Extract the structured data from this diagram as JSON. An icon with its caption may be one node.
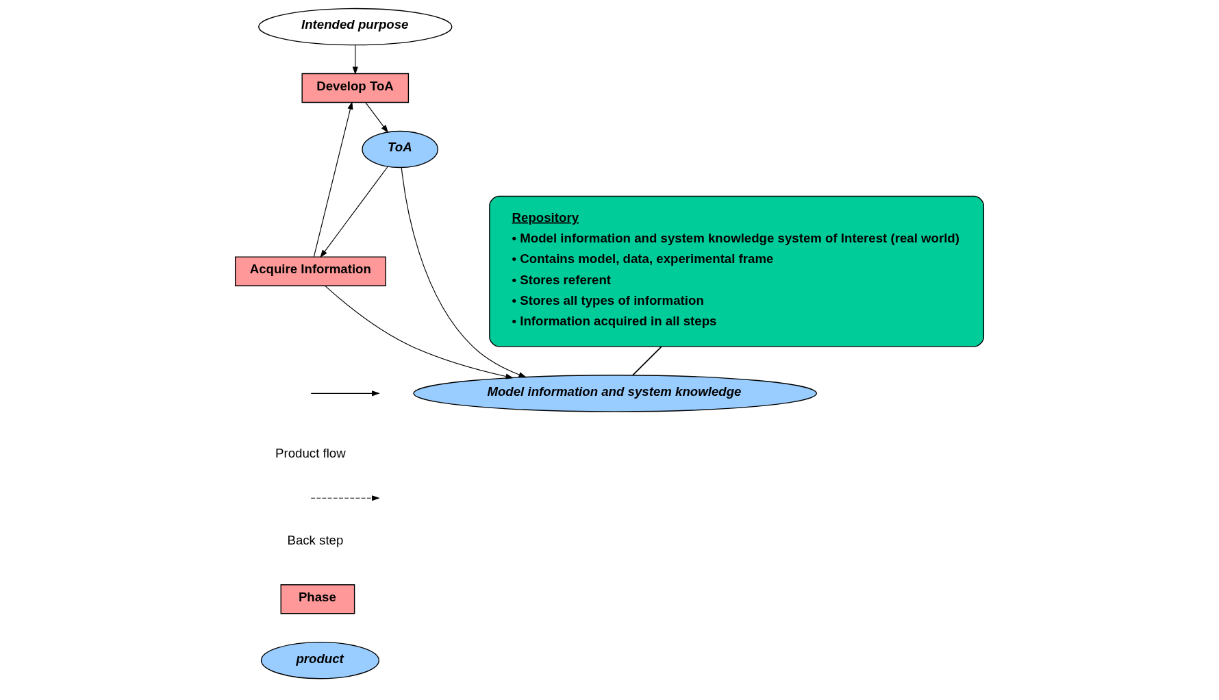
{
  "diagram": {
    "nodes": [
      {
        "text": [
          "Intended purpose"
        ]
      },
      {
        "text": [
          "Develop ToA"
        ]
      },
      {
        "text": [
          "ToA"
        ]
      },
      {
        "text": [
          "Acquire Information"
        ]
      },
      {
        "text": [
          "Model information and system knowledge"
        ]
      },
      {
        "text": [
          "Repository",
          "• Model information and system knowledge system of Interest (real world)",
          "• Contains model, data, experimental frame",
          "• Stores referent",
          "• Stores all types of information",
          "• Information acquired in all steps"
        ]
      }
    ],
    "edges": [
      {
        "from": 0,
        "to": 1,
        "arrow": "to"
      },
      {
        "from": 1,
        "to": 2,
        "arrow": "to"
      },
      {
        "from": 2,
        "to": 3,
        "arrow": "to"
      },
      {
        "from": 3,
        "to": 1,
        "arrow": "to"
      },
      {
        "from": 3,
        "to": 4,
        "arrow": "to"
      },
      {
        "from": 2,
        "to": 4,
        "arrow": "to"
      },
      {
        "from": 5,
        "to": 4,
        "arrow": "none"
      }
    ],
    "legend": [
      {
        "text": "Product flow"
      },
      {
        "text": "Back step"
      },
      {
        "text": "Phase"
      },
      {
        "text": "product"
      }
    ]
  }
}
